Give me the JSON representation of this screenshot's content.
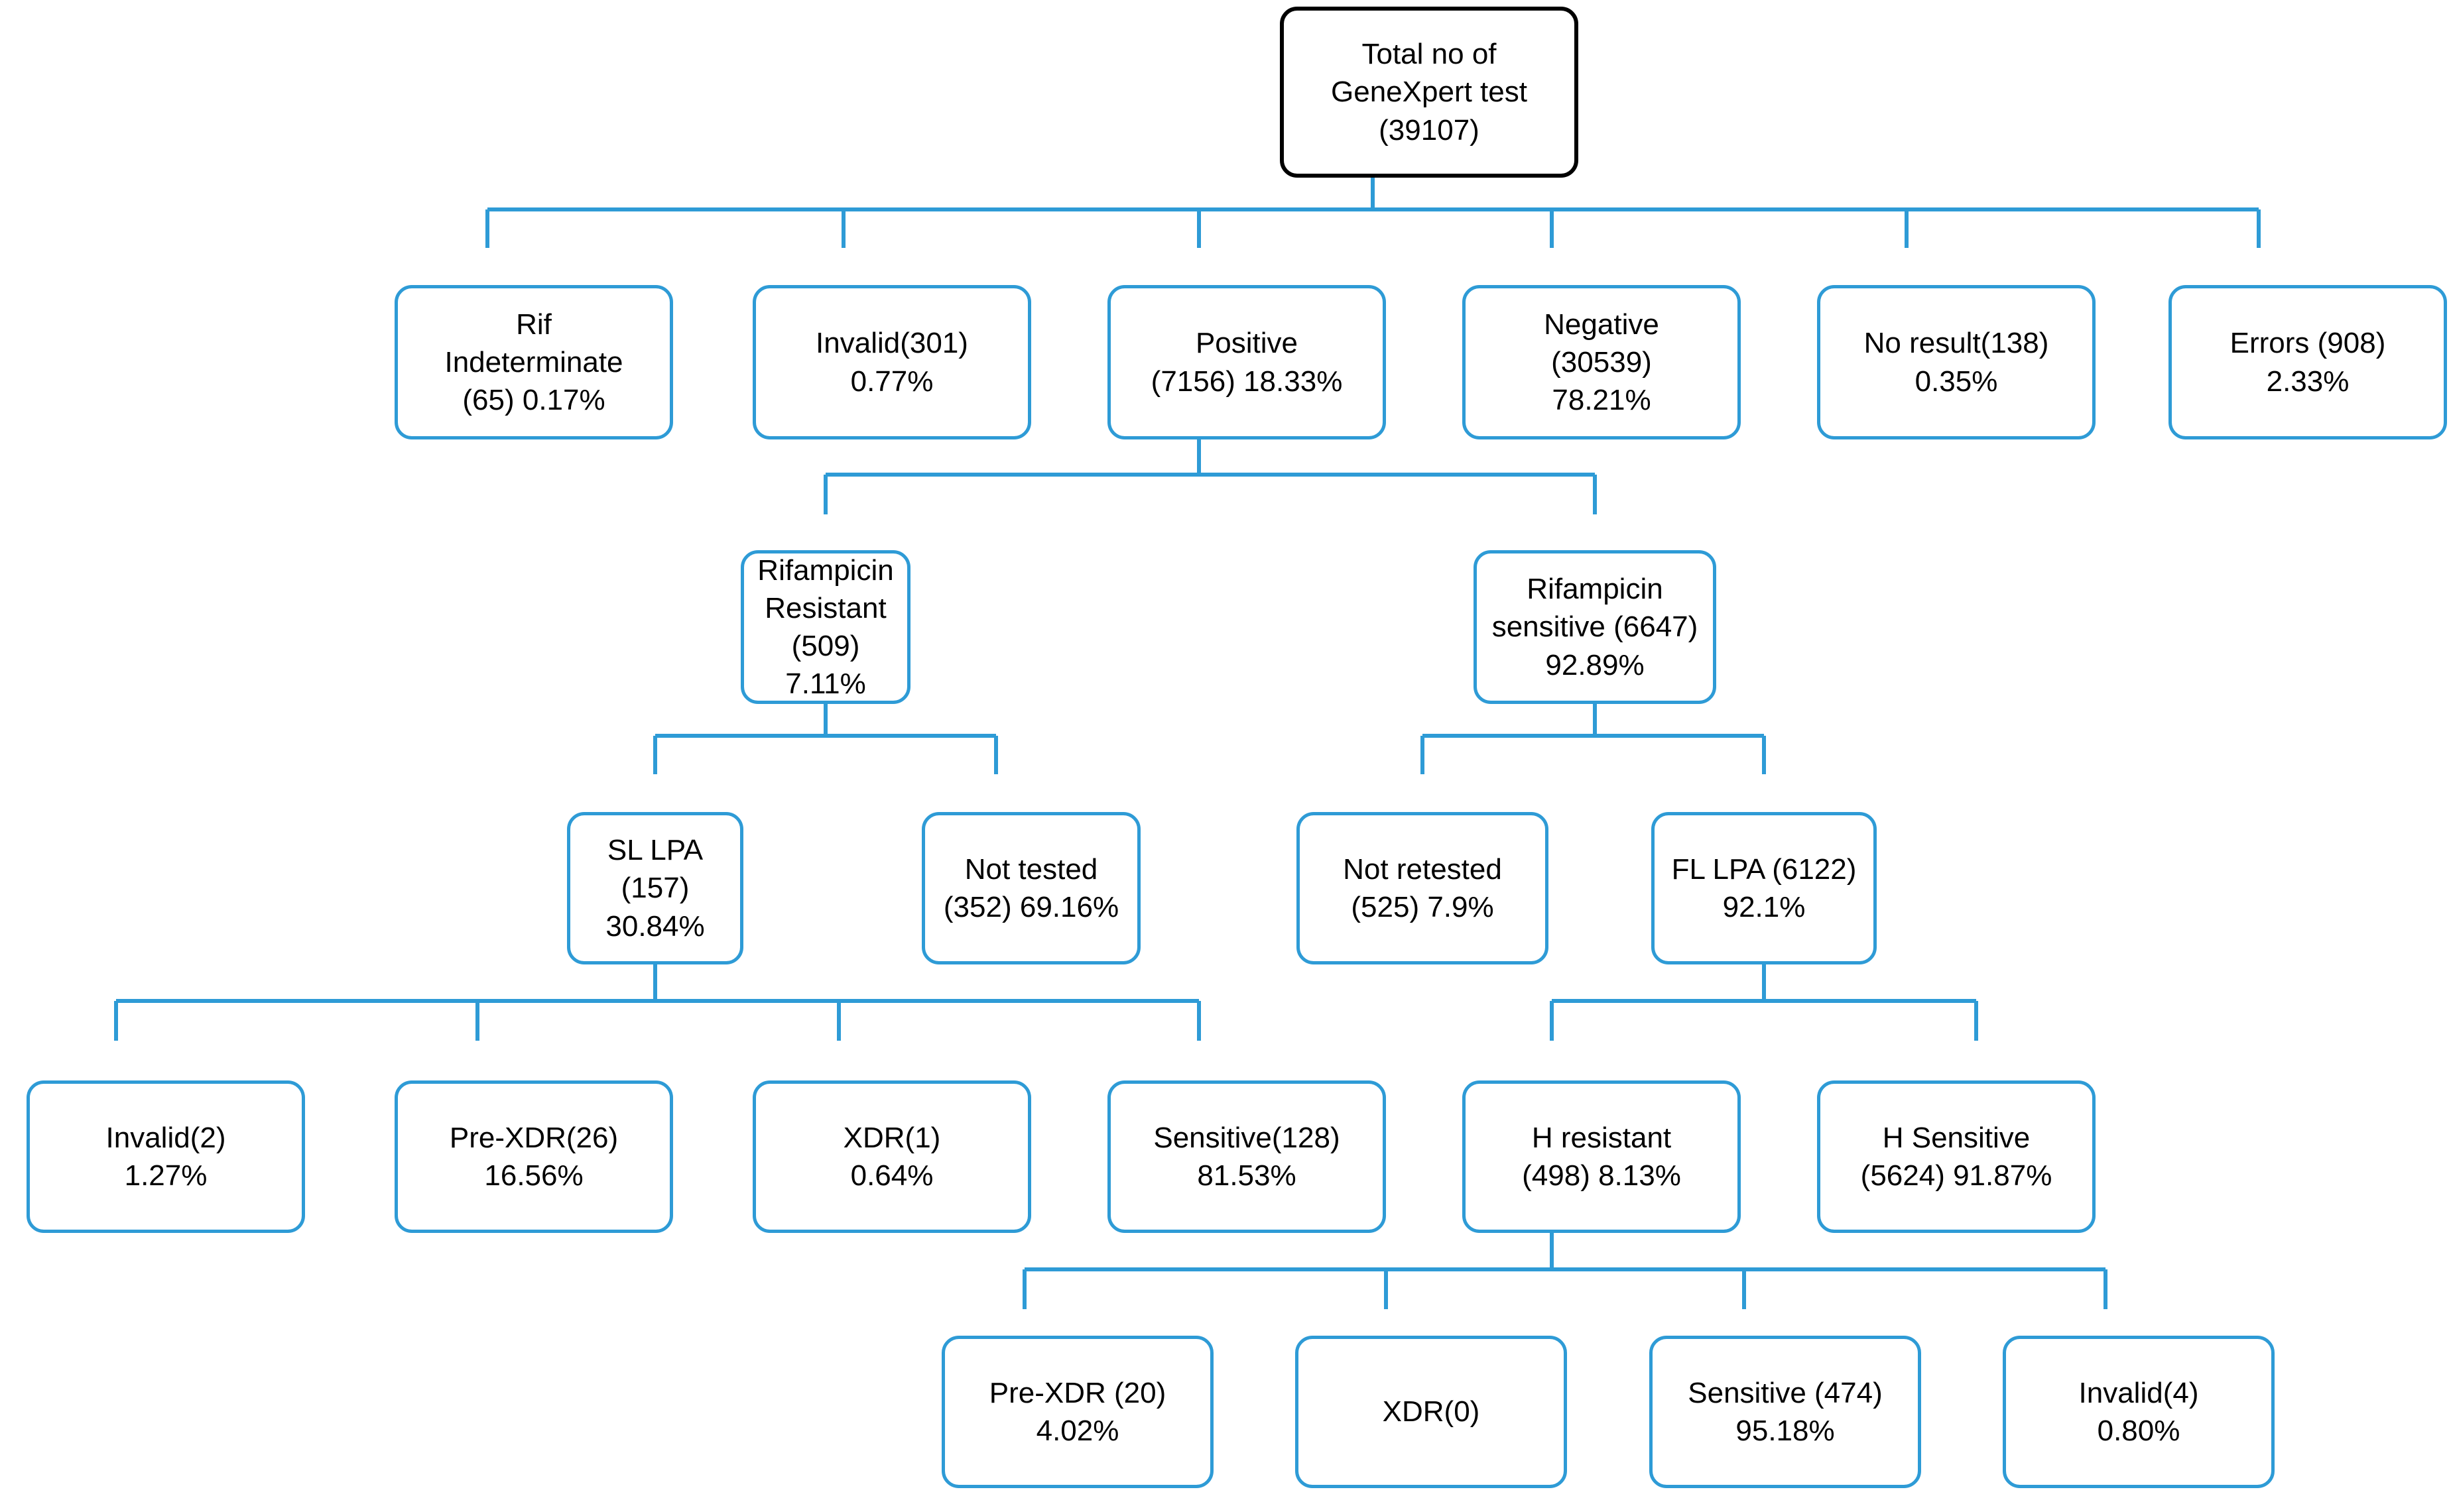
{
  "diagram": {
    "title": "GeneXpert testing cascade flowchart",
    "accent_color": "#2E9BD6",
    "root_border_color": "#000000",
    "background_color": "#FFFFFF",
    "text_color": "#000000"
  },
  "nodes": {
    "root": {
      "label": "Total no of\nGeneXpert test\n(39107)",
      "count": 39107
    },
    "rif_indeterminate": {
      "label": "Rif\nIndeterminate\n(65) 0.17%",
      "count": 65,
      "percent": "0.17%"
    },
    "invalid_301": {
      "label": "Invalid(301)\n0.77%",
      "count": 301,
      "percent": "0.77%"
    },
    "positive": {
      "label": "Positive\n(7156) 18.33%",
      "count": 7156,
      "percent": "18.33%"
    },
    "negative": {
      "label": "Negative\n(30539)\n78.21%",
      "count": 30539,
      "percent": "78.21%"
    },
    "no_result": {
      "label": "No result(138)\n0.35%",
      "count": 138,
      "percent": "0.35%"
    },
    "errors": {
      "label": "Errors (908)\n2.33%",
      "count": 908,
      "percent": "2.33%"
    },
    "rif_resistant": {
      "label": "Rifampicin\nResistant\n(509) 7.11%",
      "count": 509,
      "percent": "7.11%"
    },
    "rif_sensitive": {
      "label": "Rifampicin\nsensitive (6647)\n92.89%",
      "count": 6647,
      "percent": "92.89%"
    },
    "sl_lpa": {
      "label": "SL LPA (157)\n30.84%",
      "count": 157,
      "percent": "30.84%"
    },
    "not_tested": {
      "label": "Not tested\n(352) 69.16%",
      "count": 352,
      "percent": "69.16%"
    },
    "not_retested": {
      "label": "Not retested\n(525) 7.9%",
      "count": 525,
      "percent": "7.9%"
    },
    "fl_lpa": {
      "label": "FL LPA (6122)\n92.1%",
      "count": 6122,
      "percent": "92.1%"
    },
    "sl_invalid": {
      "label": "Invalid(2)\n1.27%",
      "count": 2,
      "percent": "1.27%"
    },
    "sl_pre_xdr": {
      "label": "Pre-XDR(26)\n16.56%",
      "count": 26,
      "percent": "16.56%"
    },
    "sl_xdr": {
      "label": "XDR(1)\n0.64%",
      "count": 1,
      "percent": "0.64%"
    },
    "sl_sensitive": {
      "label": "Sensitive(128)\n81.53%",
      "count": 128,
      "percent": "81.53%"
    },
    "h_resistant": {
      "label": "H resistant\n(498) 8.13%",
      "count": 498,
      "percent": "8.13%"
    },
    "h_sensitive": {
      "label": "H Sensitive\n(5624) 91.87%",
      "count": 5624,
      "percent": "91.87%"
    },
    "h_pre_xdr": {
      "label": "Pre-XDR (20)\n4.02%",
      "count": 20,
      "percent": "4.02%"
    },
    "h_xdr": {
      "label": "XDR(0)",
      "count": 0,
      "percent": ""
    },
    "h_sens_474": {
      "label": "Sensitive (474)\n95.18%",
      "count": 474,
      "percent": "95.18%"
    },
    "h_invalid": {
      "label": "Invalid(4)\n0.80%",
      "count": 4,
      "percent": "0.80%"
    }
  }
}
